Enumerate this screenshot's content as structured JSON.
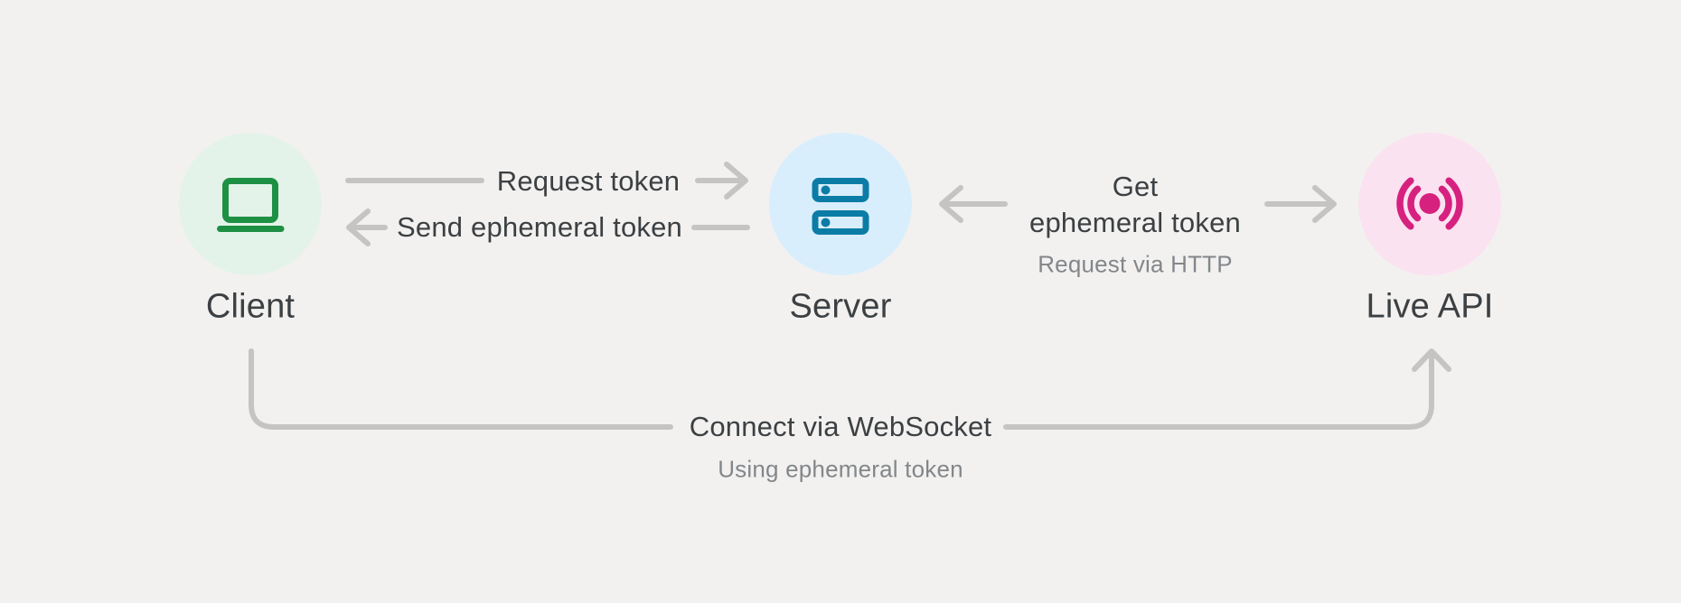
{
  "nodes": {
    "client": {
      "label": "Client"
    },
    "server": {
      "label": "Server"
    },
    "live_api": {
      "label": "Live API"
    }
  },
  "edges": {
    "request_token": {
      "label": "Request token"
    },
    "send_token": {
      "label": "Send ephemeral token"
    },
    "get_token": {
      "label_line1": "Get",
      "label_line2": "ephemeral token",
      "note": "Request via HTTP"
    },
    "websocket": {
      "label": "Connect via WebSocket",
      "note": "Using ephemeral token"
    }
  },
  "colors": {
    "background": "#f2f1ef",
    "line": "#c5c4c2",
    "text": "#3c4043",
    "muted_text": "#83878b",
    "client_bg": "#e4f3e9",
    "client_icon": "#1e9044",
    "server_bg": "#d9eefc",
    "server_icon": "#0b7ca6",
    "live_api_bg": "#fbe2f1",
    "live_api_icon": "#d6217f"
  }
}
